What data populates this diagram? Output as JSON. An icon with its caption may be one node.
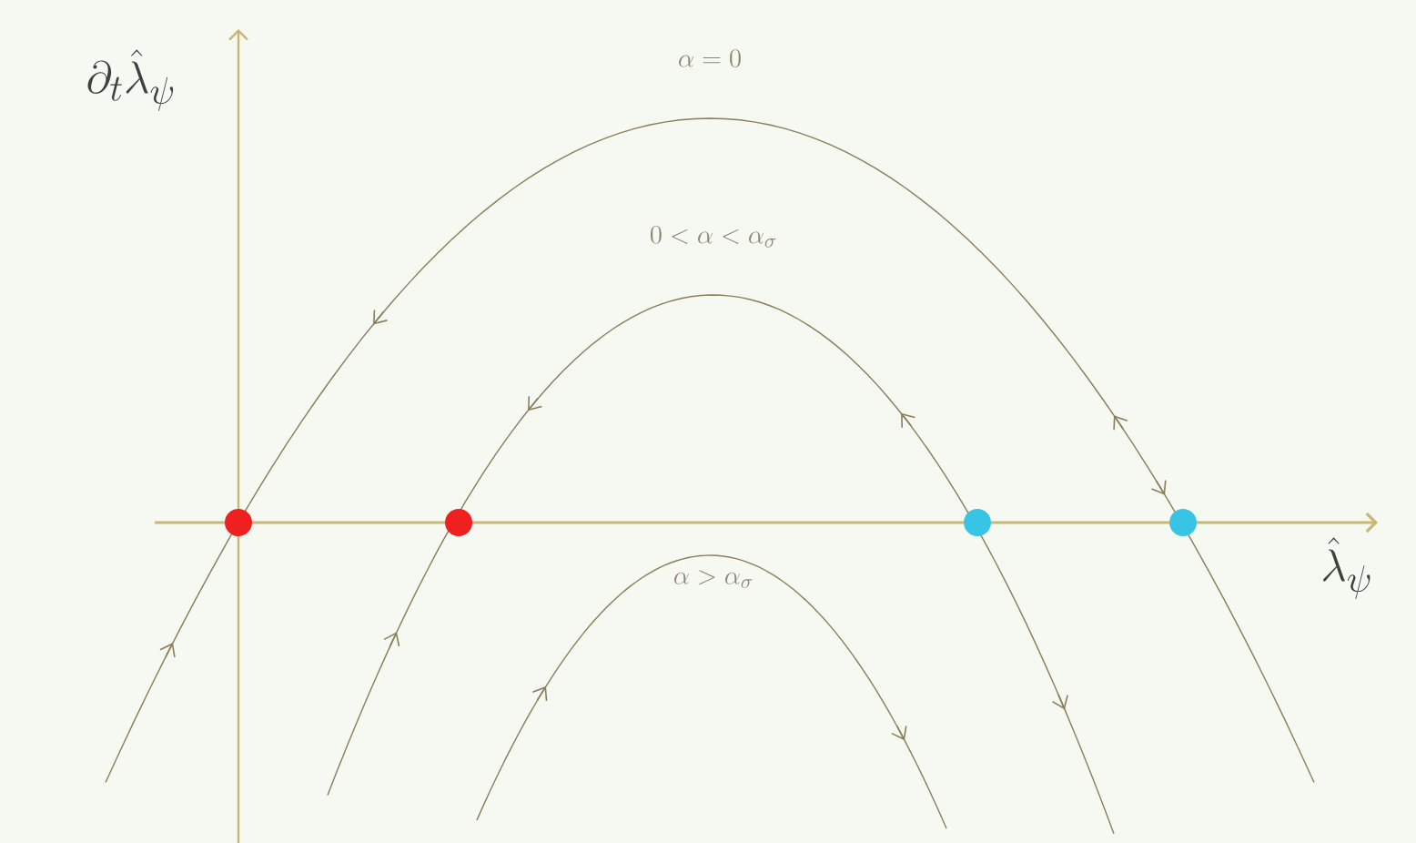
{
  "diagram": {
    "labels": [
      "\\partial_t \\hat{\\lambda}_\\psi",
      "\\alpha = 0",
      "0 < \\alpha < \\alpha_\\sigma",
      "\\hat{\\lambda}_\\psi",
      "\\alpha > \\alpha_\\sigma"
    ]
  }
}
